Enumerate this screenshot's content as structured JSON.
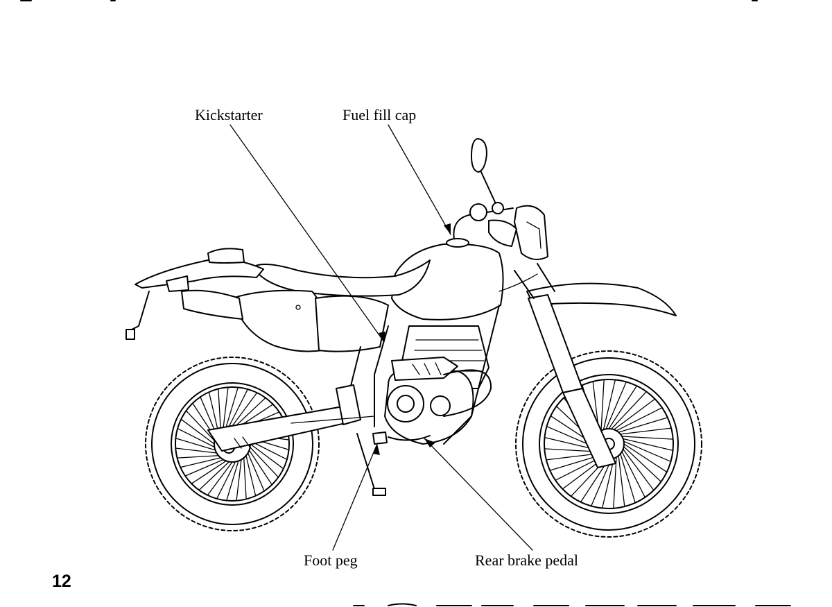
{
  "labels": {
    "kickstarter": "Kickstarter",
    "fuel_fill_cap": "Fuel fill cap",
    "foot_peg": "Foot peg",
    "rear_brake_pedal": "Rear brake pedal"
  },
  "page_number": "12",
  "colors": {
    "ink": "#000000",
    "paper": "#ffffff"
  }
}
